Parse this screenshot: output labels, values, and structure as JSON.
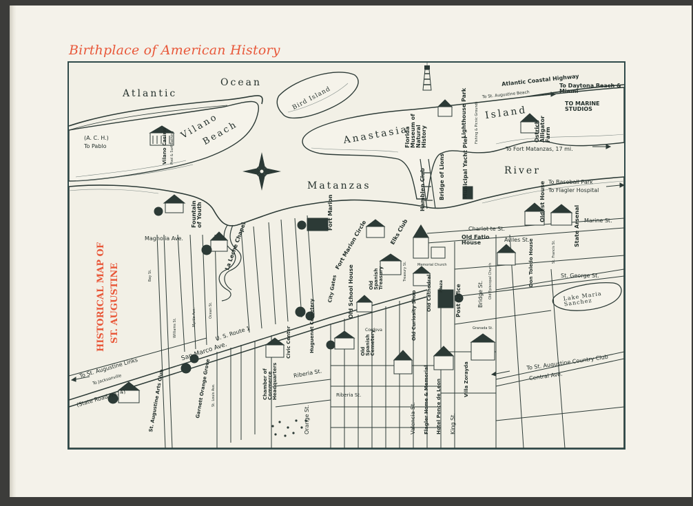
{
  "header": {
    "title": "Birthplace of American History"
  },
  "map": {
    "title_line1": "HISTORICAL MAP OF",
    "title_line2": "ST. AUGUSTINE",
    "water": {
      "atlantic": "Atlantic",
      "ocean": "Ocean",
      "matanzas": "Matanzas",
      "river": "River",
      "anastasia": "Anastasia",
      "island": "Island",
      "vilano": "Vilano",
      "beach": "Beach",
      "bird_island": "Bird Island",
      "lake_maria_sanchez": "Lake Maria Sanchez"
    },
    "roads": {
      "atlantic_coastal_highway": "Atlantic Coastal Highway",
      "to_st_augustine_beach": "To St. Augustine Beach",
      "to_daytona": "To Daytona Beach & Miami",
      "to_marine_studios": "TO MARINE STUDIOS",
      "to_fort_matanzas": "To Fort Matanzas, 17 mi.",
      "to_baseball_park": "To Baseball Park",
      "to_flagler_hospital": "To Flagler Hospital",
      "ach": "(A. C. H.)",
      "to_pablo": "To Pablo",
      "to_st_augustine_links": "To St. Augustine Links",
      "to_jacksonville": "To Jacksonville",
      "state_road_4": "(State Road No. 4)",
      "us_route_1": "U. S. Route 1",
      "san_marco_ave": "San Marco Ave.",
      "magnolia_ave": "Magnolia Ave.",
      "marine_st": "Marine St.",
      "charlotte_st": "Charlot te St.",
      "aviles_st": "Aviles St.",
      "st_george_st": "St. George St.",
      "central_ave": "Central Ave.",
      "to_country_club": "To St. Augustine Country Club",
      "riberia_st": "Riberia St.",
      "orange_st": "Orange St.",
      "valencia_st": "Valencia St.",
      "king_st": "King St.",
      "bridge_st": "Bridge St.",
      "cordova_st": "Cordova",
      "bay_st": "Bay St.",
      "williams_st": "Williams St.",
      "myrtle_ave": "Myrtle Ave.",
      "ocean_st": "Ocean St.",
      "st_louis_ave": "St. Louis Ave.",
      "granada_st": "Granada St.",
      "st_francis_st": "St. Francis St."
    },
    "places": {
      "vilano_casino": "Vilano Casino",
      "pool_bathing": "Pool & Surf Bathing",
      "florida_museum": "Florida Museum of Natural History",
      "lighthouse_park": "Lighthouse Park",
      "alligator_farm": "Ostrich Alligator Farm",
      "yacht_pier": "Municipal Yacht Pier",
      "bridge_of_lions": "Bridge of Lions",
      "ponce_park": "Fishing & Picnic Grounds",
      "fountain_of_youth": "Fountain of Youth",
      "la_leche_chapel": "La Leche Chapel",
      "fort_marion": "Fort Marion",
      "fort_marion_circle": "Fort Marion Circle",
      "hamblen_club": "Hamblen Club",
      "elks_club": "Elks Club",
      "old_fatio_house": "Old Fatio House",
      "oldest_house": "Oldest House",
      "state_arsenal": "State Arsenal",
      "don_toledo_house": "Don Toledo House",
      "old_spanish_treasury": "Old Spanish Treasury",
      "old_school_house": "Old School House",
      "city_gates": "City Gates",
      "old_curiosity_shop": "Old Curiosity Shop",
      "old_cathedral": "Old Cathedral",
      "plaza": "Plaza",
      "old_episcopal_church": "Old Episcopal Church",
      "post_office": "Post Office",
      "old_spanish_cemetery": "Old Spanish Cemetery",
      "huguenot_cemetery": "Huguenot Cemetery",
      "civic_center": "Civic Center",
      "chamber_of_commerce": "Chamber of Commerce Headquarters",
      "garnett_orange_grove": "Garnett Orange Grove",
      "arts_club": "St. Augustine Arts Club",
      "flagler_memorial": "Flagler Home & Memorial",
      "hotel_ponce_de_leon": "Hotel Ponce de Leon",
      "villa_zorayda": "Villa Zorayda",
      "memorial_church": "Memorial Church",
      "treasury_st": "Treasury St.",
      "riberia_2": "Riberia St."
    }
  }
}
